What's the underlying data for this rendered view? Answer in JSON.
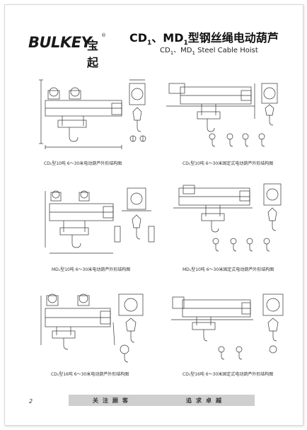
{
  "header": {
    "logo_text": "BULKEY",
    "logo_cn": "宝起",
    "logo_reg": "®",
    "title_a": "CD",
    "title_a_sub": "1",
    "title_sep": "、MD",
    "title_b_sub": "1",
    "title_rest": "型钢丝绳电动葫芦",
    "subtitle_a": "CD",
    "subtitle_a_sub": "1",
    "subtitle_b": "、MD",
    "subtitle_b_sub": "1",
    "subtitle_rest": " Steel Cable Hoist"
  },
  "figures": {
    "cap1": "CD₁型10吨    6～30米电动葫芦外形结构图",
    "cap2": "CD₁型10吨    6～30米固定式电动葫芦外形结构图",
    "cap3": "MD₁型10吨    6～30米电动葫芦外形结构图",
    "cap4": "MD₁型10吨    6～30米固定式电动葫芦外形结构图",
    "cap5": "CD₁型16吨    6～30米电动葫芦外形结构图",
    "cap6": "CD₁型16吨    6～30米固定式电动葫芦外形结构图"
  },
  "footer": {
    "page_number": "2",
    "left_text": "关注顾客",
    "right_text": "追求卓越"
  }
}
